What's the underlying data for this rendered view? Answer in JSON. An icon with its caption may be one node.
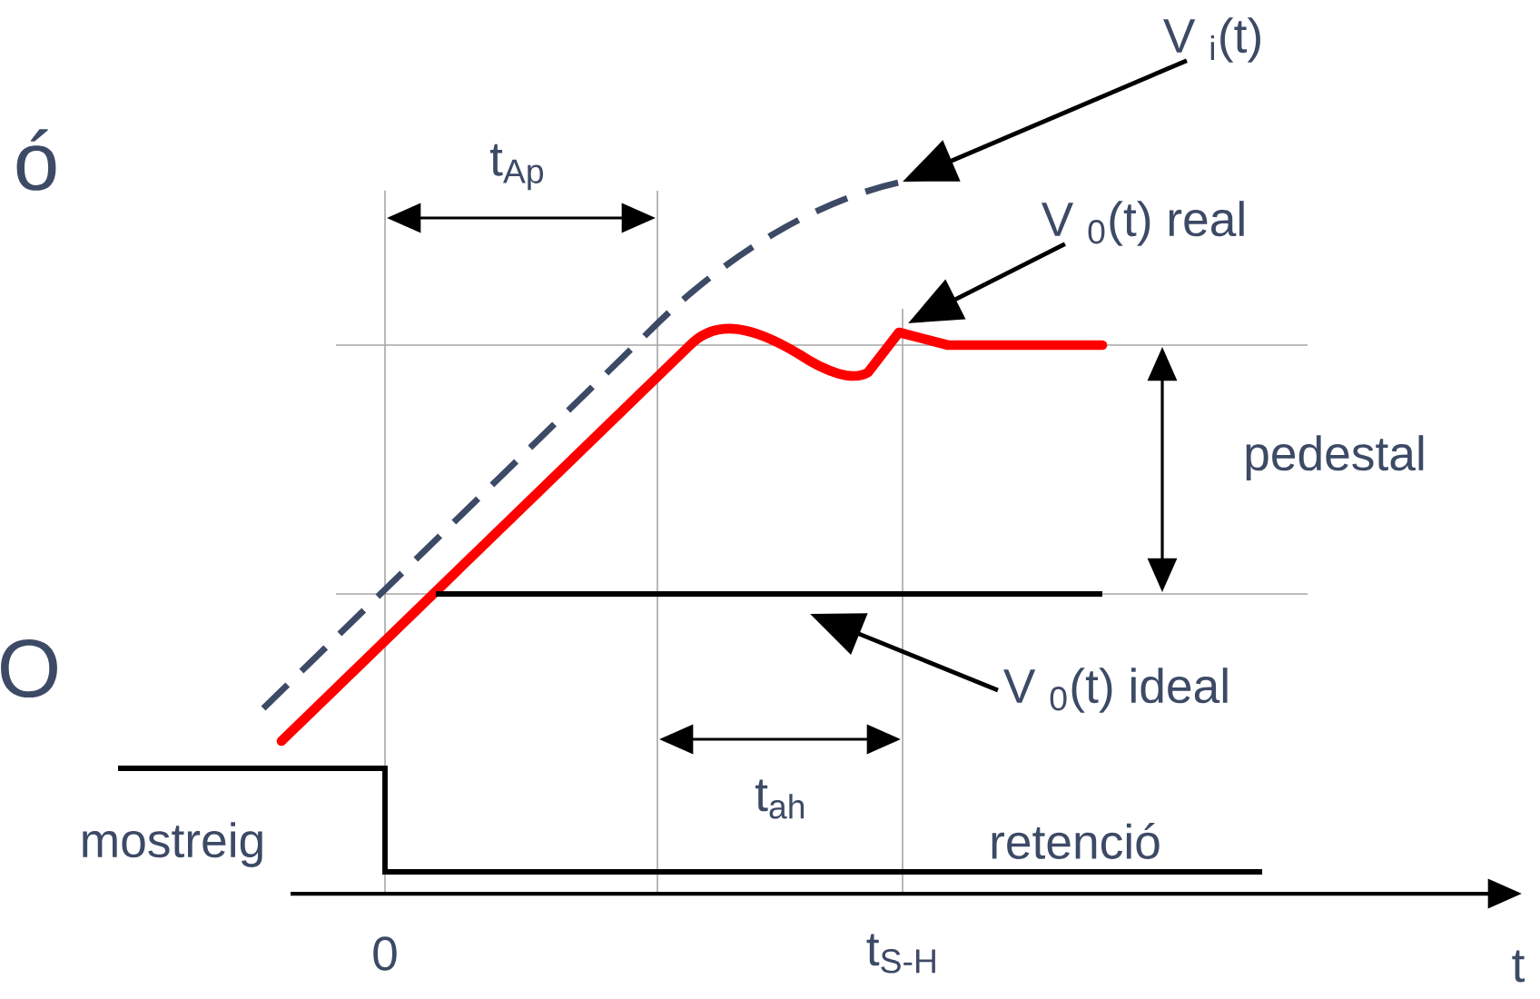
{
  "diagram": {
    "nodes": [
      {
        "text": [
          "V $_{i}$(t)"
        ]
      },
      {
        "text": [
          "V $_{0}$(t) real"
        ]
      },
      {
        "text": [
          "V $_{0}$(t) ideal"
        ]
      }
    ],
    "edges": [
      {
        "from": 0,
        "to": null,
        "arrow": "to"
      },
      {
        "from": 1,
        "to": null,
        "arrow": "to"
      },
      {
        "from": 2,
        "to": null,
        "arrow": "to"
      }
    ],
    "labels": [
      "ó",
      "t$_{Ap}$",
      "pedestal",
      "O",
      "t$_{ah}$",
      "mostreig",
      "retenció",
      "0",
      "t$_{S-H}$",
      "t"
    ]
  }
}
